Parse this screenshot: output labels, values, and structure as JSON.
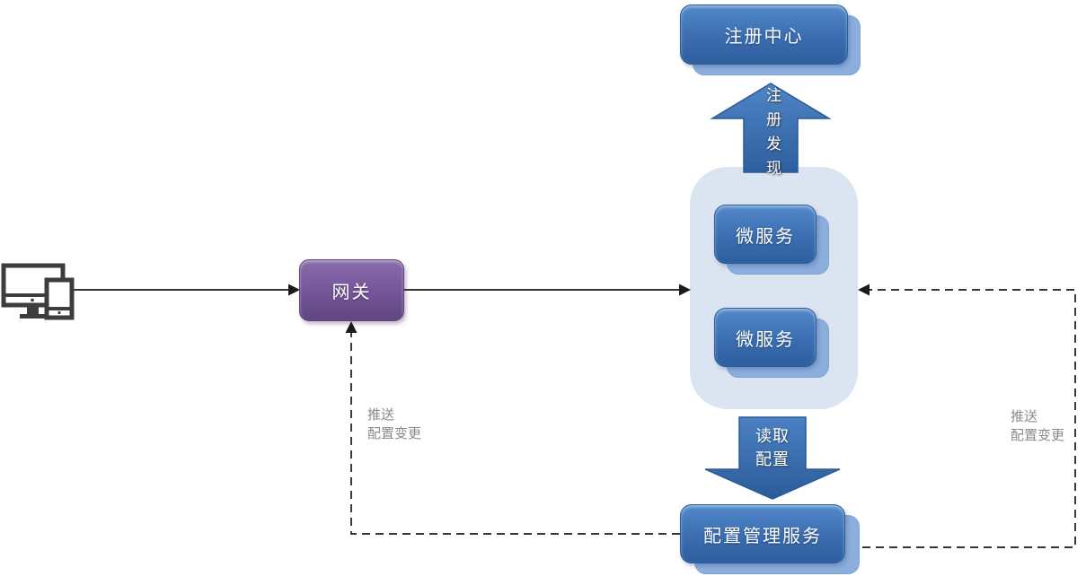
{
  "diagram": {
    "nodes": {
      "registry": {
        "label": "注册中心"
      },
      "microservice_1": {
        "label": "微服务"
      },
      "microservice_2": {
        "label": "微服务"
      },
      "gateway": {
        "label": "网关"
      },
      "config_service": {
        "label": "配置管理服务"
      }
    },
    "arrows": {
      "register_discovery": {
        "label": "注册发现",
        "direction": "up"
      },
      "read_config": {
        "label": "读取\n配置",
        "direction": "down"
      }
    },
    "annotations": {
      "push_left": {
        "text": "推送\n配置变更"
      },
      "push_right": {
        "text": "推送\n配置变更"
      }
    },
    "icons": {
      "client_devices": "devices-icon"
    },
    "colors": {
      "node_blue_top": "#5289c9",
      "node_blue_bottom": "#2e5e9d",
      "node_stack_shadow": "#8caedd",
      "group_container_fill": "#dbe4f1",
      "gateway_purple_top": "#8a6cab",
      "gateway_purple_bottom": "#5f4680",
      "annotation_gray": "#8a8a8a",
      "connector_black": "#1a1a1a",
      "text_white": "#ffffff"
    }
  }
}
